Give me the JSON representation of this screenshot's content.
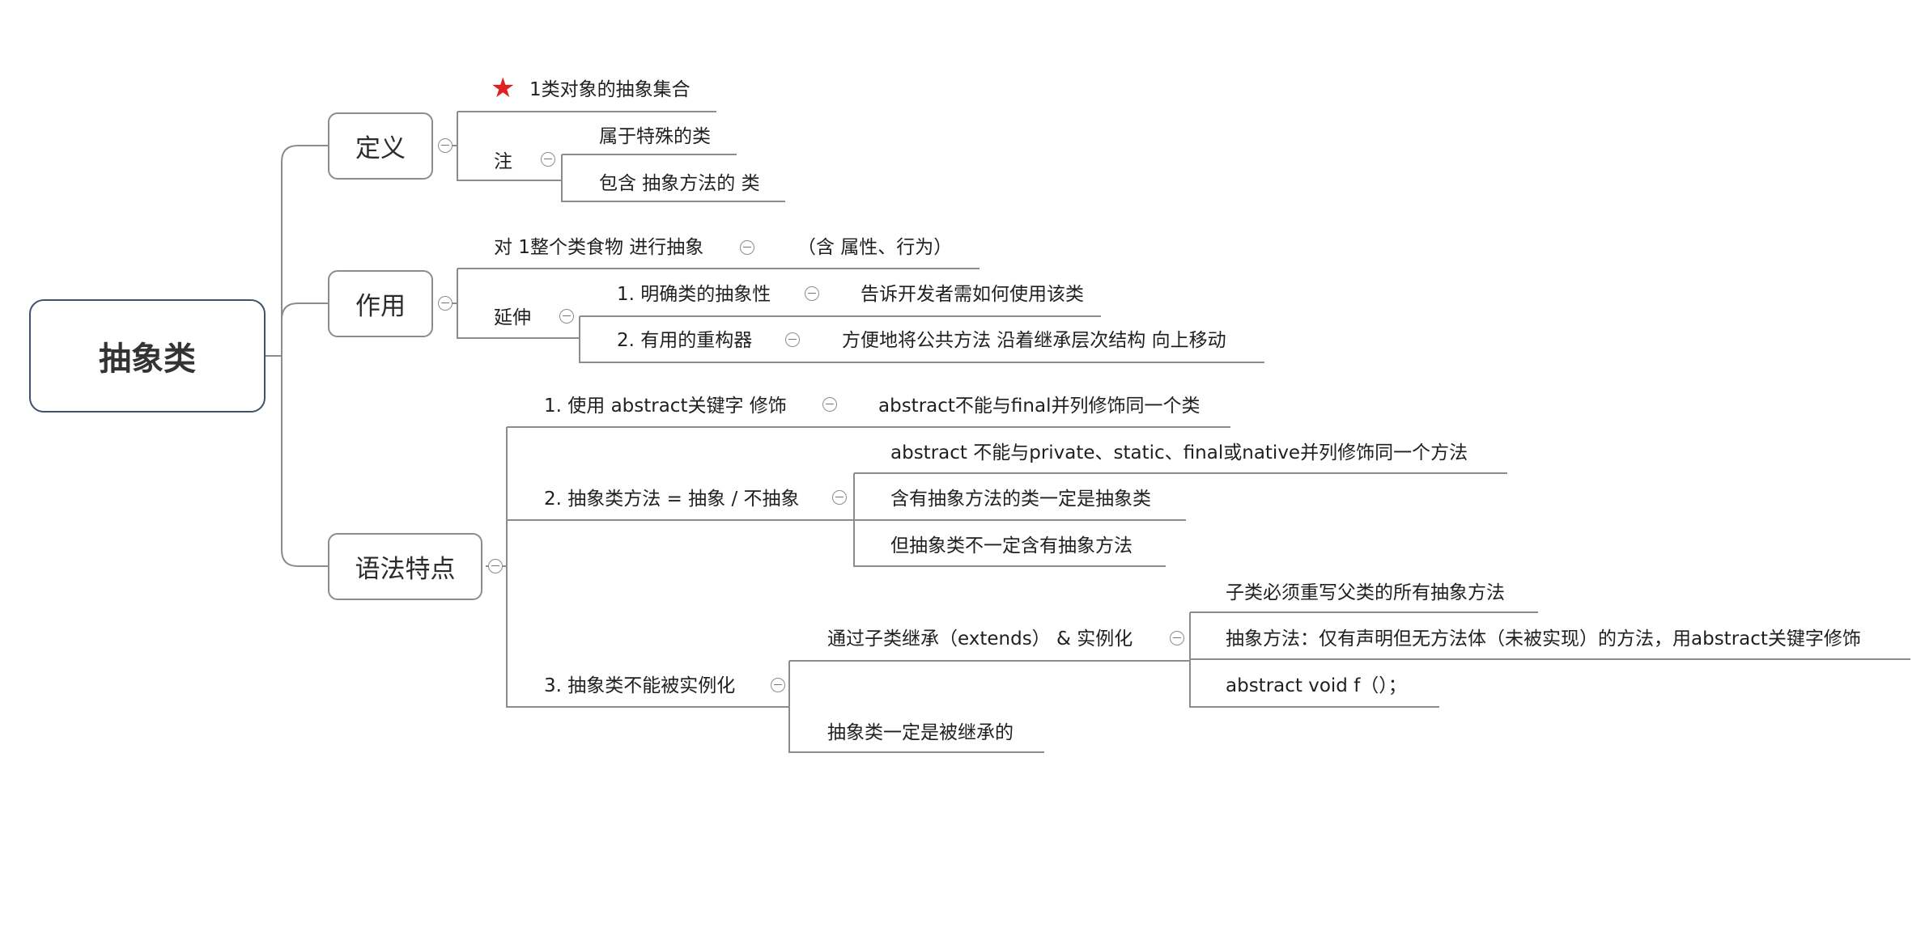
{
  "root": "抽象类",
  "branches": {
    "def": {
      "label": "定义",
      "star_text": "1类对象的抽象集合",
      "note": "注",
      "note_items": [
        "属于特殊的类",
        "包含 抽象方法的 类"
      ]
    },
    "use": {
      "label": "作用",
      "abstract": "对 1整个类食物 进行抽象",
      "abstract_detail": "（含 属性、行为）",
      "extend": "延伸",
      "extend_items": [
        {
          "text": "1. 明确类的抽象性",
          "detail": "告诉开发者需如何使用该类"
        },
        {
          "text": "2. 有用的重构器",
          "detail": "方便地将公共方法 沿着继承层次结构 向上移动"
        }
      ]
    },
    "syntax": {
      "label": "语法特点",
      "item1": "1. 使用 abstract关键字 修饰",
      "item1_detail": "abstract不能与final并列修饰同一个类",
      "item2": "2. 抽象类方法 = 抽象 / 不抽象",
      "item2_details": [
        "abstract 不能与private、static、final或native并列修饰同一个方法",
        "含有抽象方法的类一定是抽象类",
        "但抽象类不一定含有抽象方法"
      ],
      "item3": "3. 抽象类不能被实例化",
      "item3_sub1": "通过子类继承（extends） & 实例化",
      "item3_sub1_details": [
        "子类必须重写父类的所有抽象方法",
        "抽象方法：仅有声明但无方法体（未被实现）的方法，用abstract关键字修饰",
        "abstract void f（）；"
      ],
      "item3_sub2": "抽象类一定是被继承的"
    }
  },
  "icons": {
    "collapse": "collapse-circle-icon",
    "star": "red-star-icon"
  },
  "colors": {
    "line": "#8c8c8c",
    "root_border": "#3f5270",
    "star": "#e02020"
  }
}
